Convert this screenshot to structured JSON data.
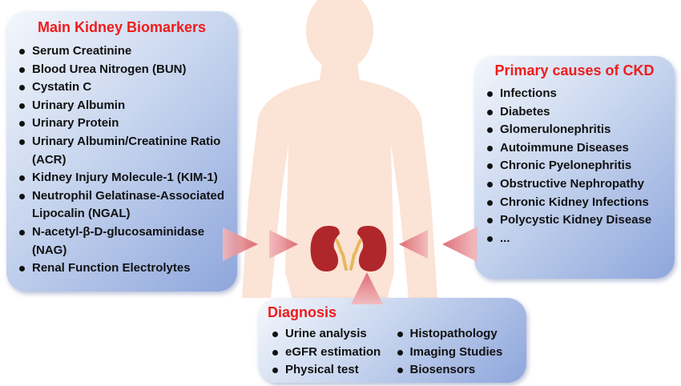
{
  "biomarkers": {
    "title": "Main Kidney Biomarkers",
    "items": [
      "Serum Creatinine",
      "Blood Urea Nitrogen (BUN)",
      "Cystatin C",
      "Urinary Albumin",
      "Urinary Protein",
      "Urinary Albumin/Creatinine Ratio (ACR)",
      "Kidney Injury Molecule-1 (KIM-1)",
      "Neutrophil Gelatinase-Associated Lipocalin (NGAL)",
      "N-acetyl-β-D-glucosaminidase (NAG)",
      "Renal Function Electrolytes"
    ]
  },
  "causes": {
    "title": "Primary causes of CKD",
    "items": [
      "Infections",
      "Diabetes",
      "Glomerulonephritis",
      "Autoimmune Diseases",
      "Chronic Pyelonephritis",
      "Obstructive Nephropathy",
      "Chronic Kidney Infections",
      "Polycystic Kidney Disease",
      "..."
    ]
  },
  "diagnosis": {
    "title": "Diagnosis",
    "col1": [
      "Urine analysis",
      "eGFR estimation",
      "Physical test"
    ],
    "col2": [
      "Histopathology",
      "Imaging Studies",
      "Biosensors"
    ]
  },
  "colors": {
    "title_red": "#ee1c1c",
    "silhouette": "#fbe3d6",
    "kidney": "#b0272b",
    "ureter": "#e6b85c",
    "arrow": "#e88a8f"
  },
  "icons": [
    "human-silhouette-icon",
    "kidneys-icon",
    "arrow-icon"
  ]
}
